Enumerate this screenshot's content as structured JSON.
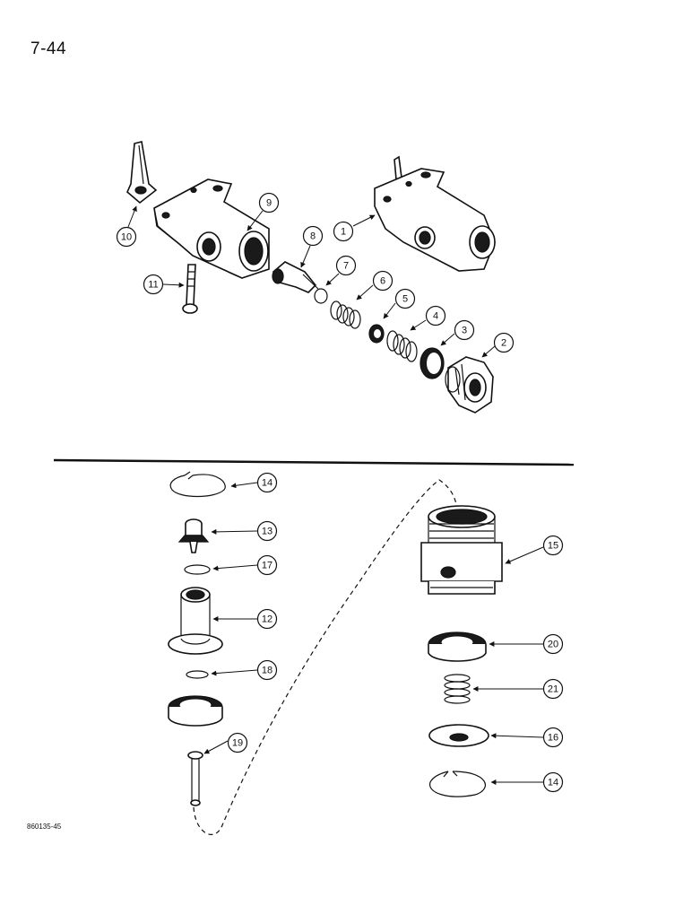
{
  "page": {
    "page_number": "7-44",
    "figure_code": "860135-45"
  },
  "callouts": [
    "1",
    "2",
    "3",
    "4",
    "5",
    "6",
    "7",
    "8",
    "9",
    "10",
    "11",
    "12",
    "13",
    "14",
    "15",
    "16",
    "17",
    "18",
    "19",
    "20",
    "21",
    "14"
  ],
  "colors": {
    "ink": "#111111",
    "paper": "#ffffff"
  }
}
